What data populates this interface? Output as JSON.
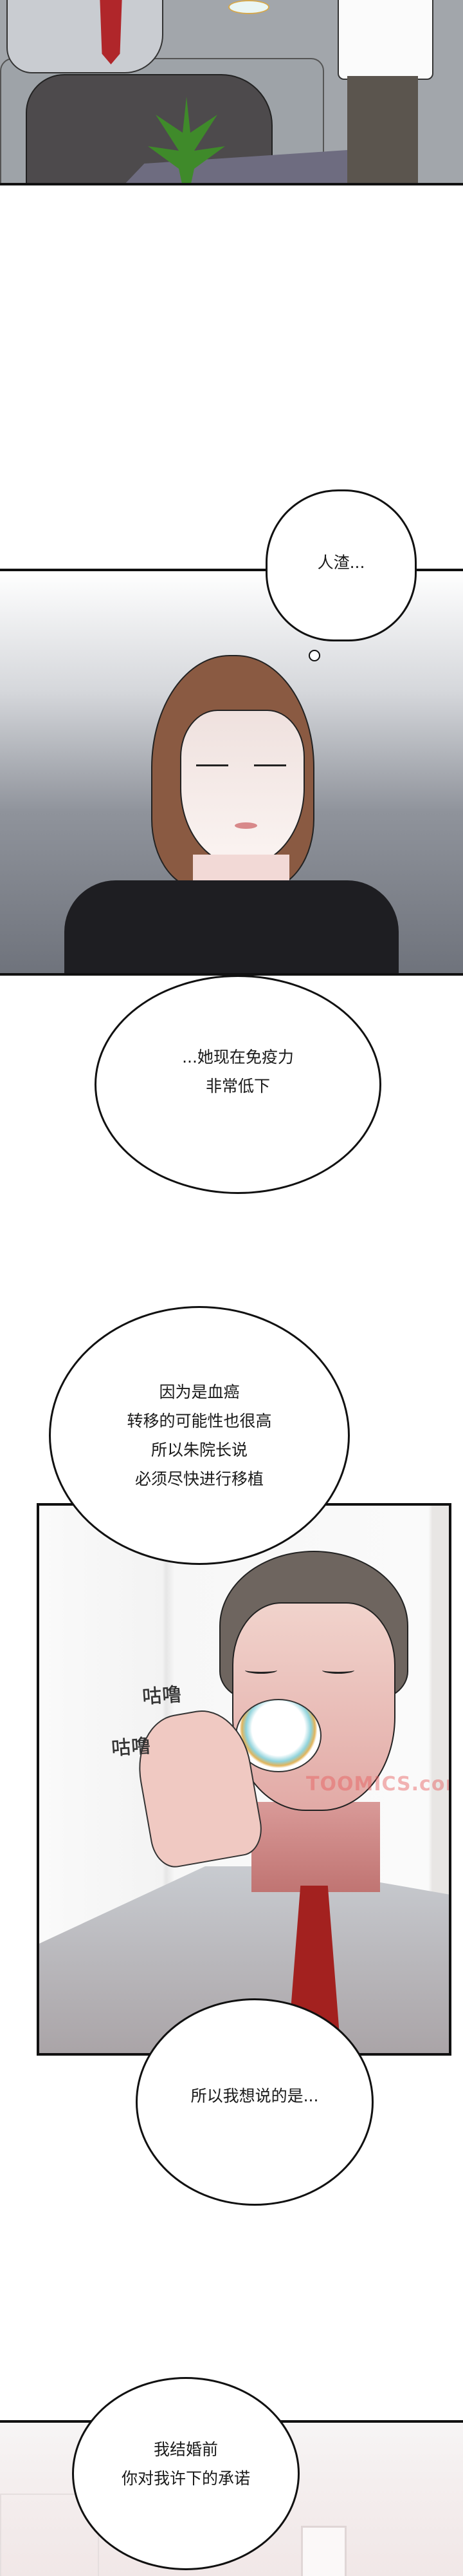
{
  "panels": [
    {
      "id": "office-sofa-scene"
    },
    {
      "id": "woman-thinking",
      "thought": "人渣..."
    },
    {
      "id": "man-drinking-tea",
      "sfx": [
        "咕噜",
        "咕噜"
      ],
      "watermark": "TOOMICS.com"
    },
    {
      "id": "hospital-room"
    }
  ],
  "dialogue": [
    {
      "lines": [
        "...她现在免疫力",
        "非常低下"
      ]
    },
    {
      "lines": [
        "因为是血癌",
        "转移的可能性也很高",
        "所以朱院长说",
        "必须尽快进行移植"
      ]
    },
    {
      "lines": [
        "所以我想说的是..."
      ]
    },
    {
      "lines": [
        "我结婚前",
        "你对我许下的承诺"
      ]
    }
  ],
  "colors": {
    "border": "#111111",
    "tie": "#b0262a",
    "shirt": "#c9ccd1",
    "hair_woman": "#8a5a42",
    "hair_man": "#6e655f"
  }
}
